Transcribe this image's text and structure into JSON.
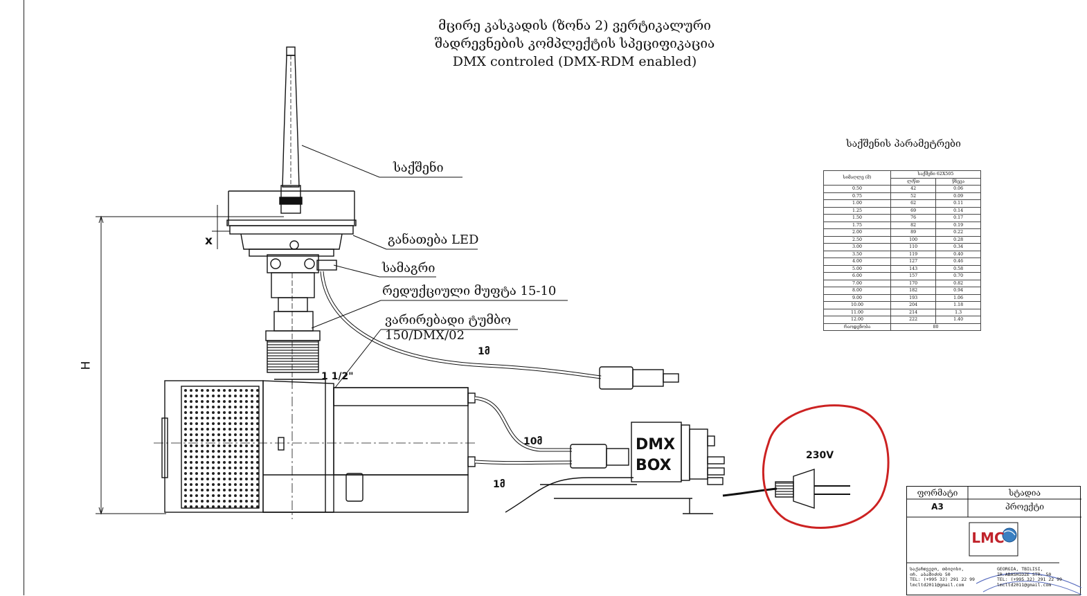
{
  "title": {
    "line1": "მცირე კასკადის (ზონა 2) ვერტიკალური",
    "line2": "შადრევნების კომპლექტის სპეციფიკაცია",
    "line3": "DMX controled (DMX-RDM enabled)"
  },
  "callouts": {
    "nozzle": "საქშენი",
    "led": "განათება LED",
    "stand": "სამაგრი",
    "coupling": "რედუქციული მუფტა  15-10",
    "pump_line1": "ვარირებადი ტუმბო",
    "pump_line2": "150/DMX/02"
  },
  "labels": {
    "pipe_size": "1 1/2\"",
    "cable_1m_top": "1მ",
    "cable_10m": "10მ",
    "cable_1m_bottom": "1მ",
    "dmx_box_line1": "DMX",
    "dmx_box_line2": "BOX",
    "voltage": "230V",
    "dim_h": "H",
    "dim_x": "x"
  },
  "params": {
    "title": "საქშენის პარამეტრები",
    "col_height": "სიმაღლე (მ)",
    "col_group": "საქშენი  62X505",
    "col_flow": "ლ/წთ",
    "col_power": "წნევა",
    "rows": [
      [
        "0.50",
        "42",
        "0.06"
      ],
      [
        "0.75",
        "52",
        "0.09"
      ],
      [
        "1.00",
        "62",
        "0.11"
      ],
      [
        "1.25",
        "69",
        "0.14"
      ],
      [
        "1.50",
        "76",
        "0.17"
      ],
      [
        "1.75",
        "82",
        "0.19"
      ],
      [
        "2.00",
        "89",
        "0.22"
      ],
      [
        "2.50",
        "100",
        "0.28"
      ],
      [
        "3.00",
        "110",
        "0.34"
      ],
      [
        "3.50",
        "119",
        "0.40"
      ],
      [
        "4.00",
        "127",
        "0.46"
      ],
      [
        "5.00",
        "143",
        "0.58"
      ],
      [
        "6.00",
        "157",
        "0.70"
      ],
      [
        "7.00",
        "170",
        "0.82"
      ],
      [
        "8.00",
        "182",
        "0.94"
      ],
      [
        "9.00",
        "193",
        "1.06"
      ],
      [
        "10.00",
        "204",
        "1.18"
      ],
      [
        "11.00",
        "214",
        "1.3"
      ],
      [
        "12.00",
        "222",
        "1.40"
      ]
    ],
    "footer_label": "რაოდენობა",
    "footer_value": "80"
  },
  "title_block": {
    "format_label": "ფორმატი",
    "stage_label": "სტადია",
    "format_value": "A3",
    "stage_value": "პროექტი",
    "logo_text": "LMC",
    "addr_ka_1": "საქართველო, თბილისი,",
    "addr_ka_2": "ირ. აბაშიძის 50",
    "addr_ka_3": "TEL: (+995 32) 291 22 99",
    "addr_ka_4": "lmcltd2011@gmail.com",
    "addr_en_1": "GEORGIA, TBILISI,",
    "addr_en_2": "IR.ABASHIDZE STR. 50",
    "addr_en_3": "TEL: (+995 32) 291 22 99",
    "addr_en_4": "lmcltd2011@gmail.com"
  },
  "colors": {
    "line": "#111111",
    "highlight": "#cc2222"
  }
}
